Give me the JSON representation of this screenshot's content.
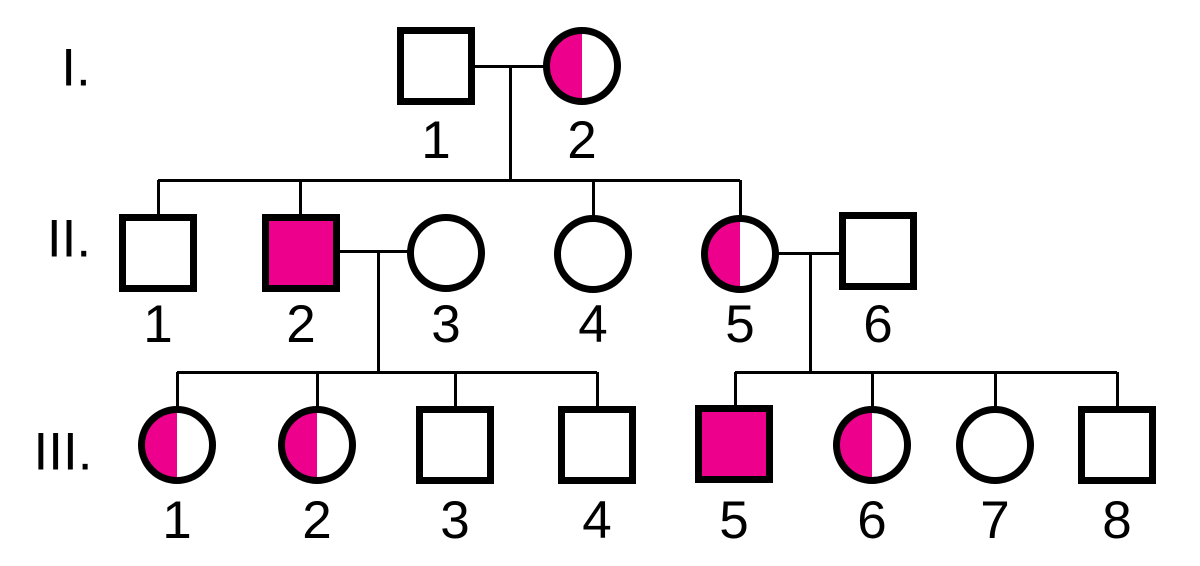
{
  "figure_type": "pedigree-chart",
  "colors": {
    "affected_fill": "#ec008c",
    "unaffected_fill": "#ffffff",
    "outline": "#000000",
    "background": "#ffffff"
  },
  "generations": [
    {
      "label": "I.",
      "individuals": [
        {
          "id": "I-1",
          "label": "1",
          "sex": "male",
          "phenotype": "unaffected"
        },
        {
          "id": "I-2",
          "label": "2",
          "sex": "female",
          "phenotype": "carrier"
        }
      ]
    },
    {
      "label": "II.",
      "individuals": [
        {
          "id": "II-1",
          "label": "1",
          "sex": "male",
          "phenotype": "unaffected"
        },
        {
          "id": "II-2",
          "label": "2",
          "sex": "male",
          "phenotype": "affected"
        },
        {
          "id": "II-3",
          "label": "3",
          "sex": "female",
          "phenotype": "unaffected"
        },
        {
          "id": "II-4",
          "label": "4",
          "sex": "female",
          "phenotype": "unaffected"
        },
        {
          "id": "II-5",
          "label": "5",
          "sex": "female",
          "phenotype": "carrier"
        },
        {
          "id": "II-6",
          "label": "6",
          "sex": "male",
          "phenotype": "unaffected"
        }
      ]
    },
    {
      "label": "III.",
      "individuals": [
        {
          "id": "III-1",
          "label": "1",
          "sex": "female",
          "phenotype": "carrier"
        },
        {
          "id": "III-2",
          "label": "2",
          "sex": "female",
          "phenotype": "carrier"
        },
        {
          "id": "III-3",
          "label": "3",
          "sex": "male",
          "phenotype": "unaffected"
        },
        {
          "id": "III-4",
          "label": "4",
          "sex": "male",
          "phenotype": "unaffected"
        },
        {
          "id": "III-5",
          "label": "5",
          "sex": "male",
          "phenotype": "affected"
        },
        {
          "id": "III-6",
          "label": "6",
          "sex": "female",
          "phenotype": "carrier"
        },
        {
          "id": "III-7",
          "label": "7",
          "sex": "female",
          "phenotype": "unaffected"
        },
        {
          "id": "III-8",
          "label": "8",
          "sex": "male",
          "phenotype": "unaffected"
        }
      ]
    }
  ],
  "relationships": {
    "couples": [
      {
        "partners": [
          "I-1",
          "I-2"
        ],
        "children": [
          "II-1",
          "II-2",
          "II-4",
          "II-5"
        ]
      },
      {
        "partners": [
          "II-2",
          "II-3"
        ],
        "children": [
          "III-1",
          "III-2",
          "III-3",
          "III-4"
        ]
      },
      {
        "partners": [
          "II-5",
          "II-6"
        ],
        "children": [
          "III-5",
          "III-6",
          "III-7",
          "III-8"
        ]
      }
    ]
  }
}
